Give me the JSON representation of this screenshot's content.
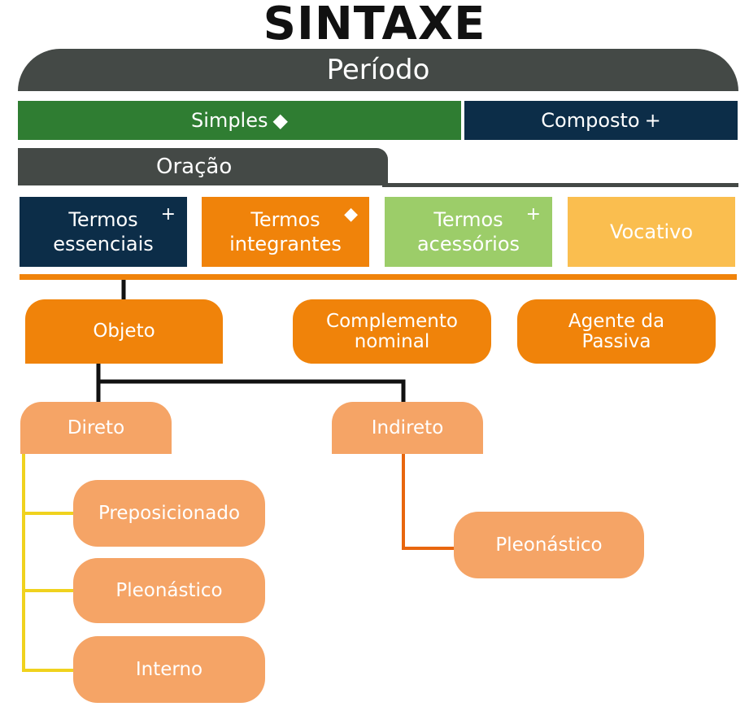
{
  "title": "SINTAXE",
  "periodo": "Período",
  "tipos_periodo": [
    {
      "label": "Simples",
      "marker": "◆"
    },
    {
      "label": "Composto",
      "marker": "+"
    }
  ],
  "oracao": "Oração",
  "termos": [
    {
      "line1": "Termos",
      "line2": "essenciais",
      "marker": "+"
    },
    {
      "line1": "Termos",
      "line2": "integrantes",
      "marker": "◆"
    },
    {
      "line1": "Termos",
      "line2": "acessórios",
      "marker": "+"
    },
    {
      "line1": "Vocativo",
      "line2": "",
      "marker": ""
    }
  ],
  "integrantes": {
    "objeto": "Objeto",
    "complemento": {
      "line1": "Complemento",
      "line2": "nominal"
    },
    "agente": {
      "line1": "Agente da",
      "line2": "Passiva"
    }
  },
  "objeto_tipos": {
    "direto": "Direto",
    "indireto": "Indireto"
  },
  "direto_tipos": [
    "Preposicionado",
    "Pleonástico",
    "Interno"
  ],
  "indireto_tipos": [
    "Pleonástico"
  ],
  "colors": {
    "dark_gray": "#444946",
    "green": "#2f7d32",
    "navy": "#0c2d48",
    "orange": "#f0830a",
    "light_green": "#9ccd69",
    "yellow_orange": "#fabe4f",
    "light_orange": "#f5a466",
    "yellow_line": "#f0d21e",
    "red_orange_line": "#e8660e"
  }
}
